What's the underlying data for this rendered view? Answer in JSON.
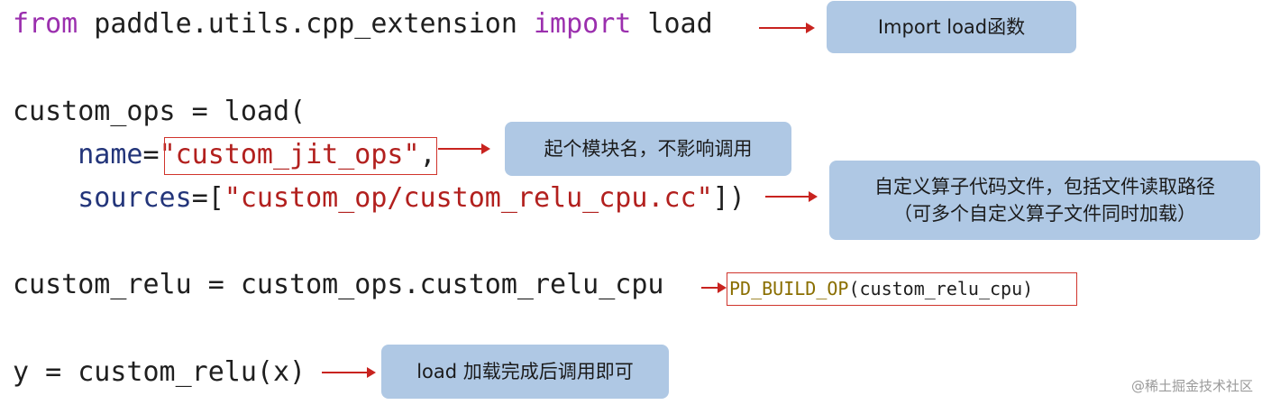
{
  "code": {
    "line1": {
      "kw_from": "from",
      "module": " paddle.utils.cpp_extension ",
      "kw_import": "import",
      "name": " load"
    },
    "line2": {
      "text": "custom_ops = load("
    },
    "line3": {
      "indent": "    ",
      "param": "name",
      "eq": "=",
      "value": "\"custom_jit_ops\"",
      "tail": ","
    },
    "line4": {
      "indent": "    ",
      "param": "sources",
      "eq": "=[",
      "value": "\"custom_op/custom_relu_cpu.cc\"",
      "tail": "])"
    },
    "line5": {
      "text": "custom_relu = custom_ops.custom_relu_cpu"
    },
    "line6": {
      "text": "y = custom_relu(x)"
    }
  },
  "annotations": {
    "import_note": "Import load函数",
    "name_note": "起个模块名，不影响调用",
    "sources_note_line1": "自定义算子代码文件，包括文件读取路径",
    "sources_note_line2": "（可多个自定义算子文件同时加载）",
    "build_op": {
      "macro": "PD_BUILD_OP",
      "arg": "(custom_relu_cpu)"
    },
    "call_note": "load 加载完成后调用即可"
  },
  "watermark": "@稀土掘金技术社区",
  "colors": {
    "keyword": "#9b2fae",
    "string": "#b2201e",
    "param": "#23357a",
    "highlight_border": "#d0342c",
    "arrow": "#c8231f",
    "note_background": "#afc8e4"
  }
}
